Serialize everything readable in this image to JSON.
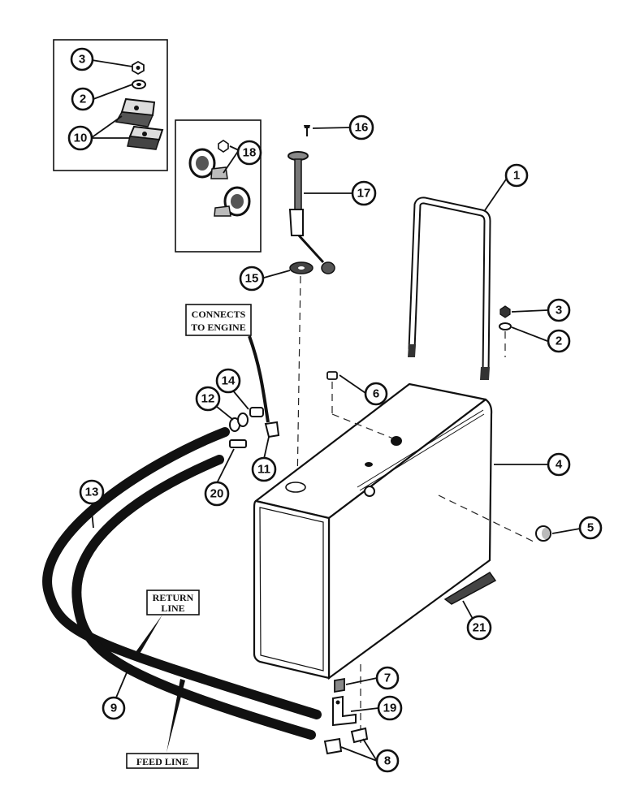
{
  "labels": {
    "connects_to_engine": [
      "CONNECTS",
      "TO ENGINE"
    ],
    "return_line": [
      "RETURN",
      "LINE"
    ],
    "feed_line": "FEED LINE"
  },
  "callouts": {
    "c1": "1",
    "c2a": "2",
    "c2b": "2",
    "c3a": "3",
    "c3b": "3",
    "c4": "4",
    "c5": "5",
    "c6": "6",
    "c7": "7",
    "c8": "8",
    "c9": "9",
    "c10": "10",
    "c11": "11",
    "c12": "12",
    "c13": "13",
    "c14": "14",
    "c15": "15",
    "c16": "16",
    "c17": "17",
    "c18": "18",
    "c19": "19",
    "c20": "20",
    "c21": "21"
  }
}
